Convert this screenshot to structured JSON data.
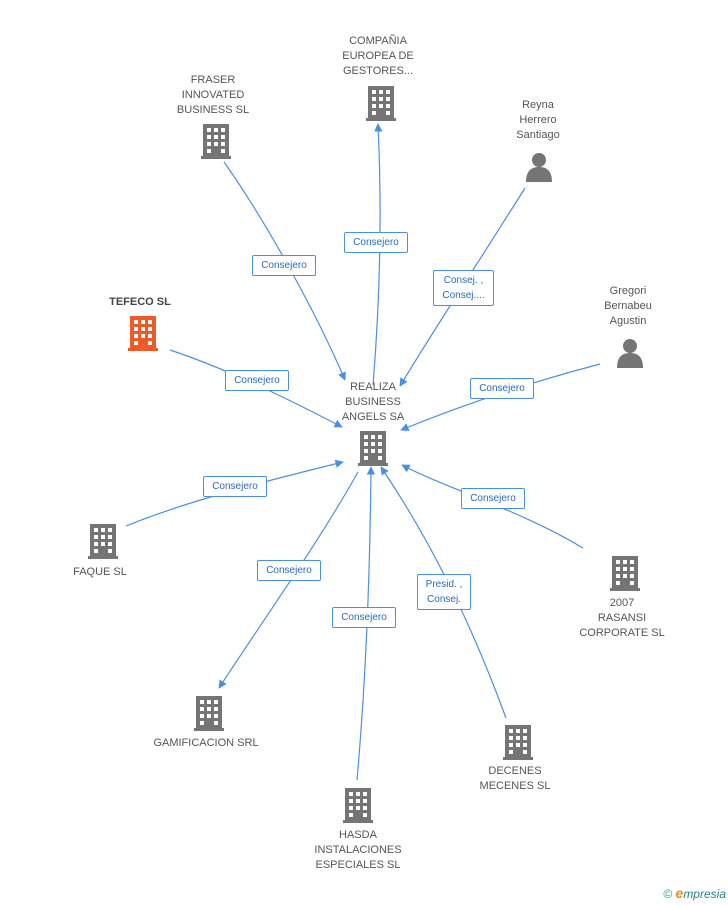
{
  "center": {
    "name": "REALIZA\nBUSINESS\nANGELS SA"
  },
  "nodes": [
    {
      "id": "compania",
      "name": "COMPAÑIA\nEUROPEA DE\nGESTORES...",
      "kind": "company"
    },
    {
      "id": "fraser",
      "name": "FRASER\nINNOVATED\nBUSINESS SL",
      "kind": "company"
    },
    {
      "id": "reyna",
      "name": "Reyna\nHerrero\nSantiago",
      "kind": "person"
    },
    {
      "id": "tefeco",
      "name": "TEFECO SL",
      "kind": "company-highlight"
    },
    {
      "id": "gregori",
      "name": "Gregori\nBernabeu\nAgustin",
      "kind": "person"
    },
    {
      "id": "faque",
      "name": "FAQUE SL",
      "kind": "company"
    },
    {
      "id": "rasansi",
      "name": "2007\nRASANSI\nCORPORATE SL",
      "kind": "company"
    },
    {
      "id": "gamificacion",
      "name": "GAMIFICACION SRL",
      "kind": "company"
    },
    {
      "id": "decenes",
      "name": "DECENES\nMECENES  SL",
      "kind": "company"
    },
    {
      "id": "hasda",
      "name": "HASDA\nINSTALACIONES\nESPECIALES SL",
      "kind": "company"
    }
  ],
  "relations": [
    {
      "id": "rel-compania",
      "label": "Consejero"
    },
    {
      "id": "rel-fraser",
      "label": "Consejero"
    },
    {
      "id": "rel-reyna",
      "label": "Consej. ,\nConsej...."
    },
    {
      "id": "rel-tefeco",
      "label": "Consejero"
    },
    {
      "id": "rel-gregori",
      "label": "Consejero"
    },
    {
      "id": "rel-faque",
      "label": "Consejero"
    },
    {
      "id": "rel-rasansi",
      "label": "Consejero"
    },
    {
      "id": "rel-gamificacion",
      "label": "Consejero"
    },
    {
      "id": "rel-hasda",
      "label": "Consejero"
    },
    {
      "id": "rel-decenes",
      "label": "Presid. ,\nConsej."
    }
  ],
  "colors": {
    "edge": "#4a90e2",
    "icon": "#757575",
    "highlight": "#f05a28"
  },
  "brand": {
    "copyright": "©",
    "initial": "e",
    "name": "mpresia"
  }
}
